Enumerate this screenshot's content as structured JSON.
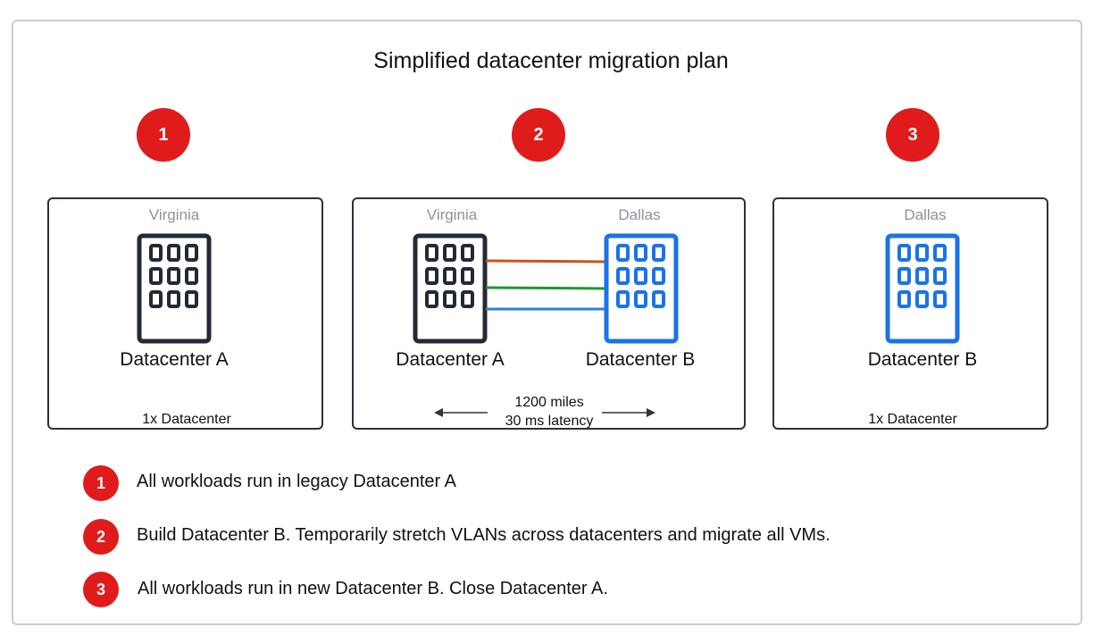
{
  "title": "Simplified datacenter migration plan",
  "steps": [
    "1",
    "2",
    "3"
  ],
  "panel1": {
    "region": "Virginia",
    "label": "Datacenter A",
    "footer": "1x Datacenter"
  },
  "panel2": {
    "left_region": "Virginia",
    "left_label": "Datacenter A",
    "right_region": "Dallas",
    "right_label": "Datacenter B",
    "distance": "1200 miles",
    "latency": "30 ms latency"
  },
  "panel3": {
    "region": "Dallas",
    "label": "Datacenter B",
    "footer": "1x Datacenter"
  },
  "legend": [
    {
      "num": "1",
      "text": "All workloads run in legacy Datacenter A"
    },
    {
      "num": "2",
      "text": "Build Datacenter B. Temporarily stretch VLANs across datacenters and migrate all VMs."
    },
    {
      "num": "3",
      "text": "All workloads run in new Datacenter B. Close Datacenter A."
    }
  ],
  "colors": {
    "badge": "#e01b1b",
    "legacy_building": "#232a35",
    "new_building": "#1a73e8",
    "vlan_1": "#c8541a",
    "vlan_2": "#1e9a2c",
    "vlan_3": "#2f7fd6"
  },
  "icons": [
    "datacenter-building-icon",
    "arrow-left-icon",
    "arrow-right-icon"
  ]
}
